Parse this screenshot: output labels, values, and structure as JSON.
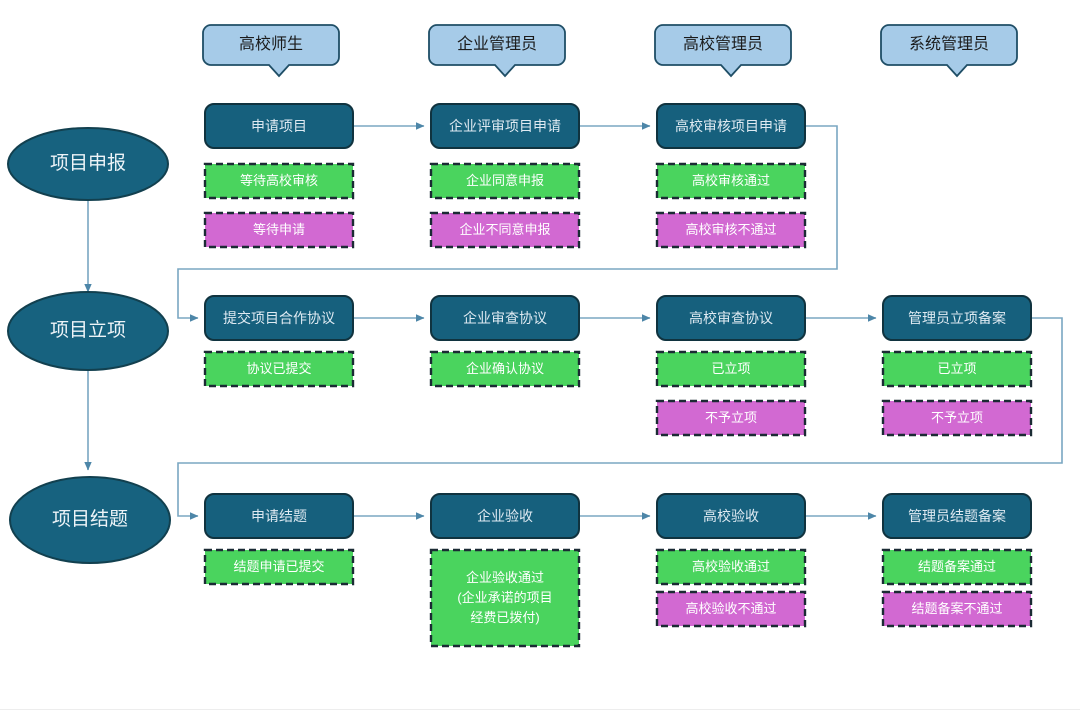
{
  "colors": {
    "role_fill": "#a6cbe8",
    "role_stroke": "#1f4e66",
    "stage_fill": "#17627f",
    "stage_stroke": "#12404f",
    "action_fill": "#16607d",
    "action_stroke": "#10333f",
    "status_pass_fill": "#4ad45e",
    "status_fail_fill": "#d269d2",
    "status_stroke": "#1b2b34",
    "connector": "#7aa7c2",
    "page_bg": "#ffffff"
  },
  "roles": [
    {
      "label": "高校师生"
    },
    {
      "label": "企业管理员"
    },
    {
      "label": "高校管理员"
    },
    {
      "label": "系统管理员"
    }
  ],
  "stages": [
    {
      "label": "项目申报"
    },
    {
      "label": "项目立项"
    },
    {
      "label": "项目结题"
    }
  ],
  "rows": [
    {
      "stage": "项目申报",
      "cells": [
        {
          "action": "申请项目",
          "statuses": [
            {
              "text": "等待高校审核",
              "kind": "pass"
            },
            {
              "text": "等待申请",
              "kind": "fail"
            }
          ]
        },
        {
          "action": "企业评审项目申请",
          "statuses": [
            {
              "text": "企业同意申报",
              "kind": "pass"
            },
            {
              "text": "企业不同意申报",
              "kind": "fail"
            }
          ]
        },
        {
          "action": "高校审核项目申请",
          "statuses": [
            {
              "text": "高校审核通过",
              "kind": "pass"
            },
            {
              "text": "高校审核不通过",
              "kind": "fail"
            }
          ]
        },
        {
          "action": null,
          "statuses": []
        }
      ]
    },
    {
      "stage": "项目立项",
      "cells": [
        {
          "action": "提交项目合作协议",
          "statuses": [
            {
              "text": "协议已提交",
              "kind": "pass"
            }
          ]
        },
        {
          "action": "企业审查协议",
          "statuses": [
            {
              "text": "企业确认协议",
              "kind": "pass"
            }
          ]
        },
        {
          "action": "高校审查协议",
          "statuses": [
            {
              "text": "已立项",
              "kind": "pass"
            },
            {
              "text": "不予立项",
              "kind": "fail"
            }
          ]
        },
        {
          "action": "管理员立项备案",
          "statuses": [
            {
              "text": "已立项",
              "kind": "pass"
            },
            {
              "text": "不予立项",
              "kind": "fail"
            }
          ]
        }
      ]
    },
    {
      "stage": "项目结题",
      "cells": [
        {
          "action": "申请结题",
          "statuses": [
            {
              "text": "结题申请已提交",
              "kind": "pass"
            }
          ]
        },
        {
          "action": "企业验收",
          "statuses": [
            {
              "text": "企业验收通过\n(企业承诺的项目\n经费已拨付)",
              "kind": "pass",
              "lines": [
                "企业验收通过",
                "(企业承诺的项目",
                "经费已拨付)"
              ]
            }
          ]
        },
        {
          "action": "高校验收",
          "statuses": [
            {
              "text": "高校验收通过",
              "kind": "pass"
            },
            {
              "text": "高校验收不通过",
              "kind": "fail"
            }
          ]
        },
        {
          "action": "管理员结题备案",
          "statuses": [
            {
              "text": "结题备案通过",
              "kind": "pass"
            },
            {
              "text": "结题备案不通过",
              "kind": "fail"
            }
          ]
        }
      ]
    }
  ]
}
